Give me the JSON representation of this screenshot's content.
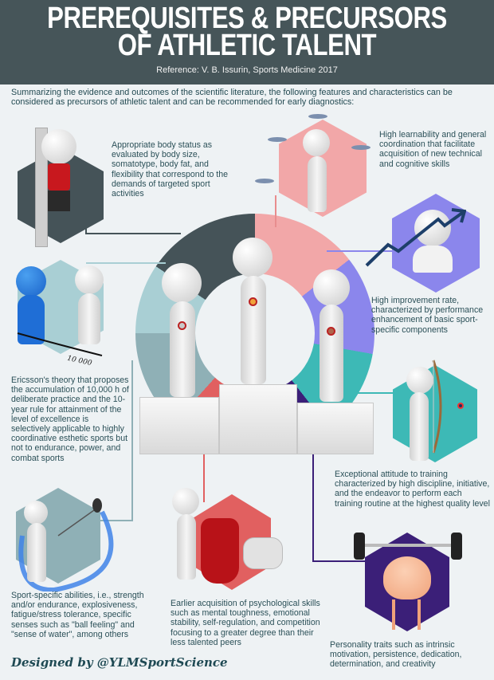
{
  "header": {
    "title_line1": "PREREQUISITES & PRECURSORS",
    "title_line2": "OF ATHLETIC TALENT",
    "reference": "Reference: V. B. Issurin, Sports Medicine 2017",
    "background_color": "#465559"
  },
  "intro": "Summarizing the evidence and outcomes of the scientific literature, the following features and characteristics can be considered as precursors of athletic talent and can be recommended for early diagnostics:",
  "items": [
    {
      "id": "body-status",
      "icon": "height-ruler-figure-icon",
      "color": "#455358",
      "text": "Appropriate body status as evaluated by body size, somatotype, body fat, and flexibility that correspond to the demands of targeted sport activities"
    },
    {
      "id": "learnability",
      "icon": "plate-spinning-figure-icon",
      "color": "#f2a7a8",
      "text": "High learnability and general coordination that facilitate acquisition of new technical and cognitive skills"
    },
    {
      "id": "improvement-rate",
      "icon": "rising-chart-figure-icon",
      "color": "#8b86ec",
      "text": "High improvement rate, characterized by performance enhancement of basic sport-specific components"
    },
    {
      "id": "ericsson-theory",
      "icon": "ten-thousand-steps-icon",
      "color": "#a9cfd4",
      "text": "Ericsson's theory that proposes the accumulation of 10,000 h of deliberate practice and the 10-year rule for attainment of the level of excellence is selectively applicable to highly coordinative esthetic sports but not to endurance, power, and combat sports",
      "label": "10 000"
    },
    {
      "id": "training-attitude",
      "icon": "archer-figure-icon",
      "color": "#3db9b6",
      "text": "Exceptional attitude to training characterized by high discipline, initiative, and the endeavor to perform each training routine at the highest quality level"
    },
    {
      "id": "sport-specific",
      "icon": "hammer-thrower-figure-icon",
      "color": "#8fb0b6",
      "text": "Sport-specific abilities, i.e., strength and/or endurance, explosiveness, fatigue/stress tolerance, specific senses such as \"ball feeling\" and \"sense of water\", among others"
    },
    {
      "id": "psychological-skills",
      "icon": "matador-figure-icon",
      "color": "#e16060",
      "text": "Earlier acquisition of psychological skills such as mental toughness, emotional stability, self-regulation, and competition focusing to a greater degree than their less talented peers"
    },
    {
      "id": "personality-traits",
      "icon": "brain-weightlifter-icon",
      "color": "#3b1f78",
      "text": "Personality traits such as intrinsic motivation, persistence, dedication, determination, and creativity"
    }
  ],
  "center": {
    "icon": "podium-winners-icon",
    "medals": [
      "silver",
      "gold",
      "bronze"
    ]
  },
  "footer": {
    "credit": "Designed by @YLMSportScience"
  }
}
